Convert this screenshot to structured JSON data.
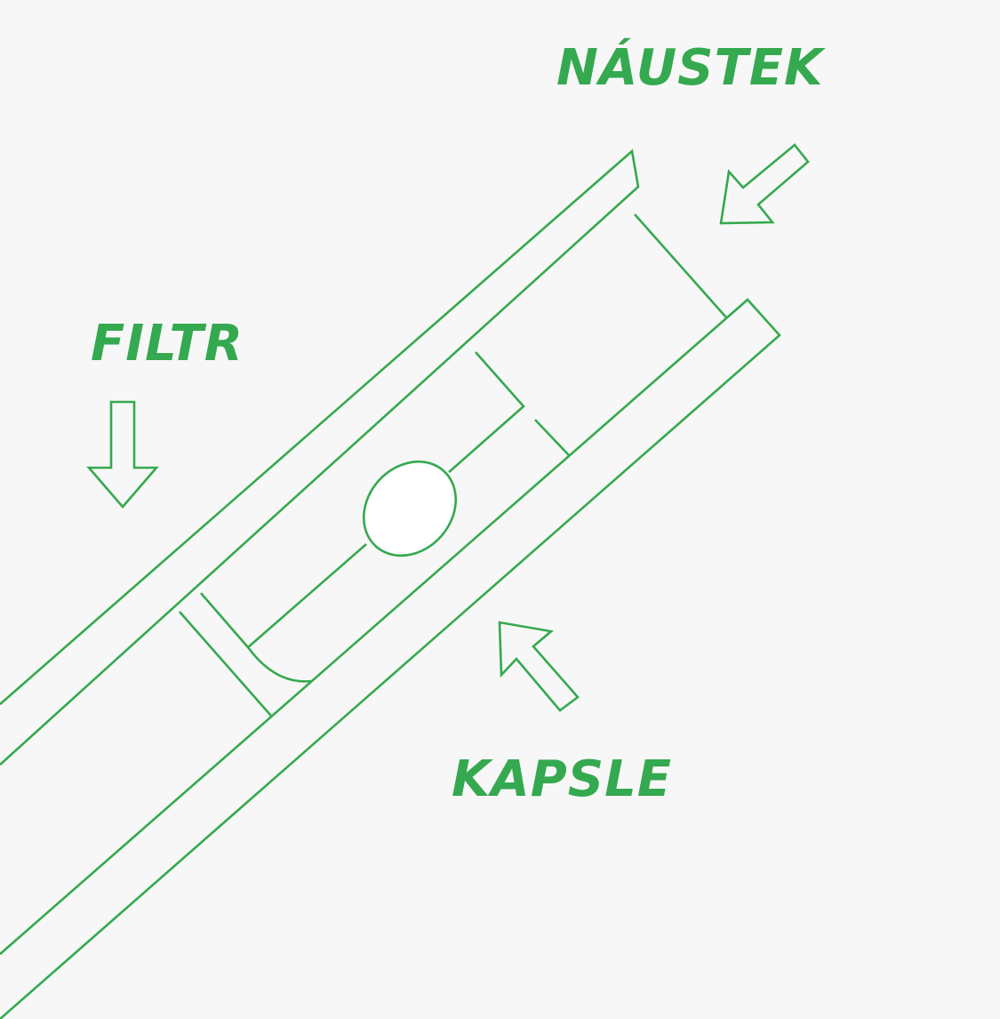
{
  "colors": {
    "background": "#f7f7f7",
    "accent": "#35a94f",
    "capsule_fill": "#ffffff"
  },
  "labels": {
    "mouthpiece": "NÁUSTEK",
    "filter": "FILTR",
    "capsule": "KAPSLE"
  },
  "icons": {
    "mouthpiece_arrow": "arrow-down-left-icon",
    "filter_arrow": "arrow-down-icon",
    "capsule_arrow": "arrow-up-left-icon"
  }
}
